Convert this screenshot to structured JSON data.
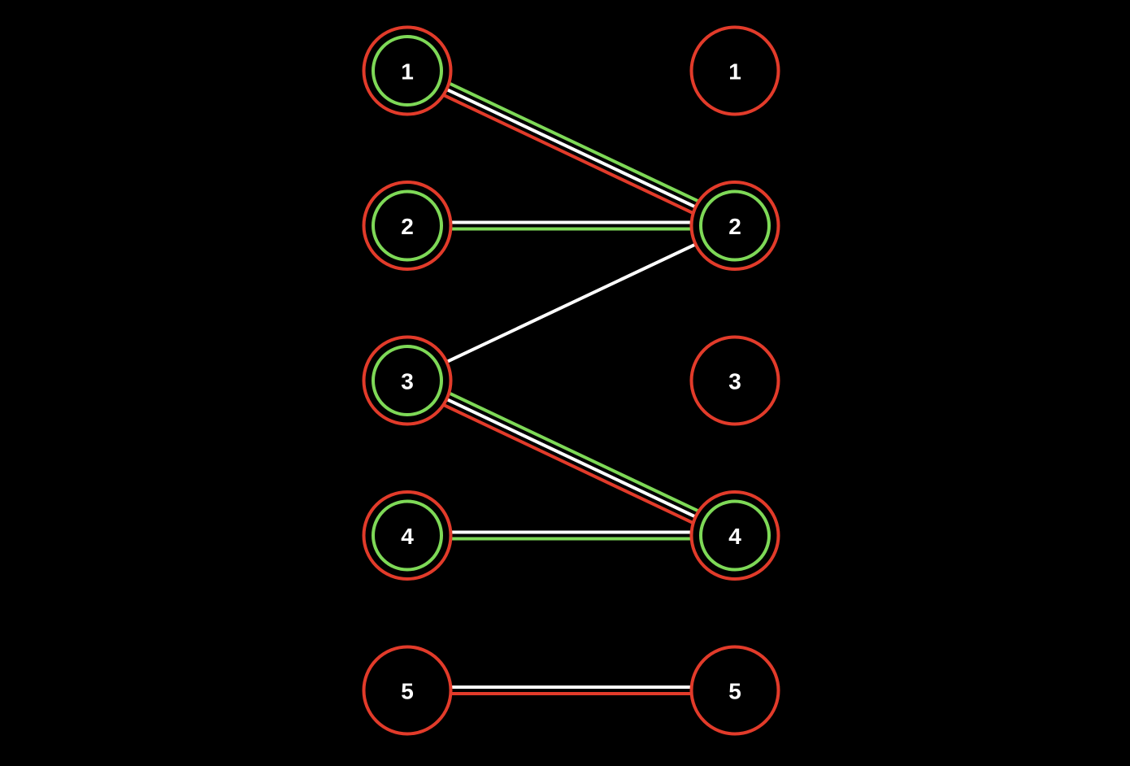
{
  "colors": {
    "background": "#000000",
    "red": "#e23b2a",
    "green": "#7ed957",
    "white": "#ffffff"
  },
  "left_nodes": [
    {
      "label": "1",
      "red_ring": true,
      "green_ring": true
    },
    {
      "label": "2",
      "red_ring": true,
      "green_ring": true
    },
    {
      "label": "3",
      "red_ring": true,
      "green_ring": true
    },
    {
      "label": "4",
      "red_ring": true,
      "green_ring": true
    },
    {
      "label": "5",
      "red_ring": true,
      "green_ring": false
    }
  ],
  "right_nodes": [
    {
      "label": "1",
      "red_ring": true,
      "green_ring": false
    },
    {
      "label": "2",
      "red_ring": true,
      "green_ring": true
    },
    {
      "label": "3",
      "red_ring": true,
      "green_ring": false
    },
    {
      "label": "4",
      "red_ring": true,
      "green_ring": true
    },
    {
      "label": "5",
      "red_ring": true,
      "green_ring": false
    }
  ],
  "edges": [
    {
      "from": 1,
      "to": 2,
      "colors": [
        "green",
        "white",
        "red"
      ]
    },
    {
      "from": 2,
      "to": 2,
      "colors": [
        "white",
        "green"
      ]
    },
    {
      "from": 3,
      "to": 2,
      "colors": [
        "white"
      ]
    },
    {
      "from": 3,
      "to": 4,
      "colors": [
        "green",
        "white",
        "red"
      ]
    },
    {
      "from": 4,
      "to": 4,
      "colors": [
        "white",
        "green"
      ]
    },
    {
      "from": 5,
      "to": 5,
      "colors": [
        "white",
        "red"
      ]
    }
  ]
}
